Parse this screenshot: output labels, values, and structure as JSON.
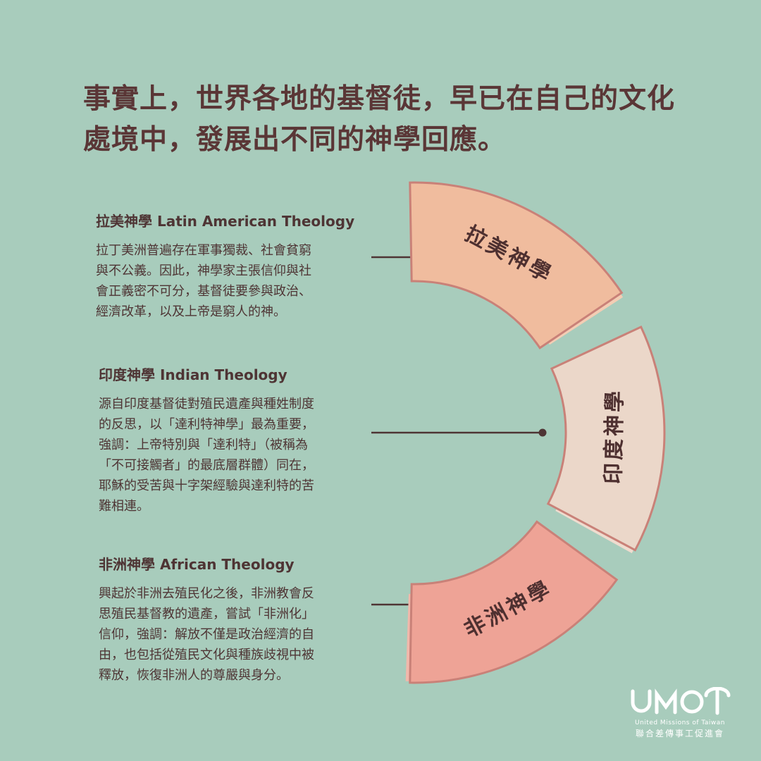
{
  "headline": {
    "line1": "事實上，世界各地的基督徒，早已在自己的文化",
    "line2": "處境中，發展出不同的神學回應。"
  },
  "sections": [
    {
      "title": "拉美神學  Latin American Theology",
      "body": [
        "拉丁美洲普遍存在軍事獨裁、社會貧窮",
        "與不公義。因此，神學家主張信仰與社",
        "會正義密不可分，基督徒要參與政治、",
        "經濟改革，以及上帝是窮人的神。"
      ]
    },
    {
      "title": "印度神學  Indian Theology",
      "body": [
        "源自印度基督徒對殖民遺產與種姓制度",
        "的反思，以「達利特神學」最為重要，",
        "強調：上帝特別與「達利特」（被稱為",
        "「不可接觸者」的最底層群體）同在，",
        "耶穌的受苦與十字架經驗與達利特的苦",
        "難相連。"
      ]
    },
    {
      "title": "非洲神學  African Theology",
      "body": [
        "興起於非洲去殖民化之後，非洲教會反",
        "思殖民基督教的遺產，嘗試「非洲化」",
        "信仰，強調：解放不僅是政治經濟的自",
        "由，也包括從殖民文化與種族歧視中被",
        "釋放，恢復非洲人的尊嚴與身分。"
      ]
    }
  ],
  "segments": [
    {
      "label": "拉美神學",
      "fill": "#f0bc9e",
      "shadow": "#f3cdb4"
    },
    {
      "label": "印度神學",
      "fill": "#ebd7c9",
      "shadow": "#efdccf"
    },
    {
      "label": "非洲神學",
      "fill": "#eea396",
      "shadow": "#f1b8ab"
    }
  ],
  "colors": {
    "background": "#a8ccbc",
    "text": "#4e3434",
    "outline": "#c98178",
    "connector": "#4e3434"
  },
  "logo": {
    "mark": "UMOT",
    "subtitle": "United Missions of Taiwan",
    "chinese": "聯合差傳事工促進會"
  }
}
